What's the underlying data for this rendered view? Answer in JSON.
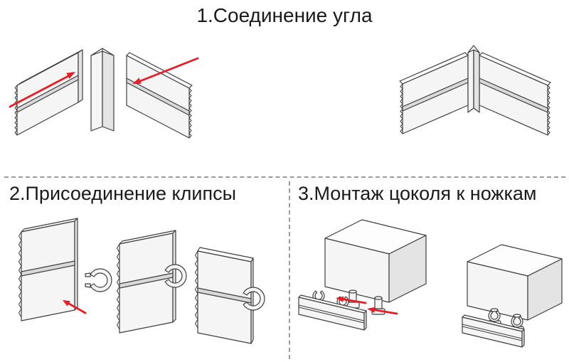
{
  "sections": {
    "step1": {
      "title": "1.Соединение угла"
    },
    "step2": {
      "title": "2.Присоединение клипсы"
    },
    "step3": {
      "title": "3.Монтаж цоколя к ножкам"
    }
  },
  "colors": {
    "line": "#3f3f3f",
    "arrow": "#e32028",
    "panel_face": "#f5f5f5",
    "panel_top": "#fdfdfd",
    "panel_shade": "#e4e4e4",
    "groove": "#d9d9d9",
    "divider": "#9b9b9b",
    "text": "#1a1a1a",
    "bg": "#ffffff"
  }
}
